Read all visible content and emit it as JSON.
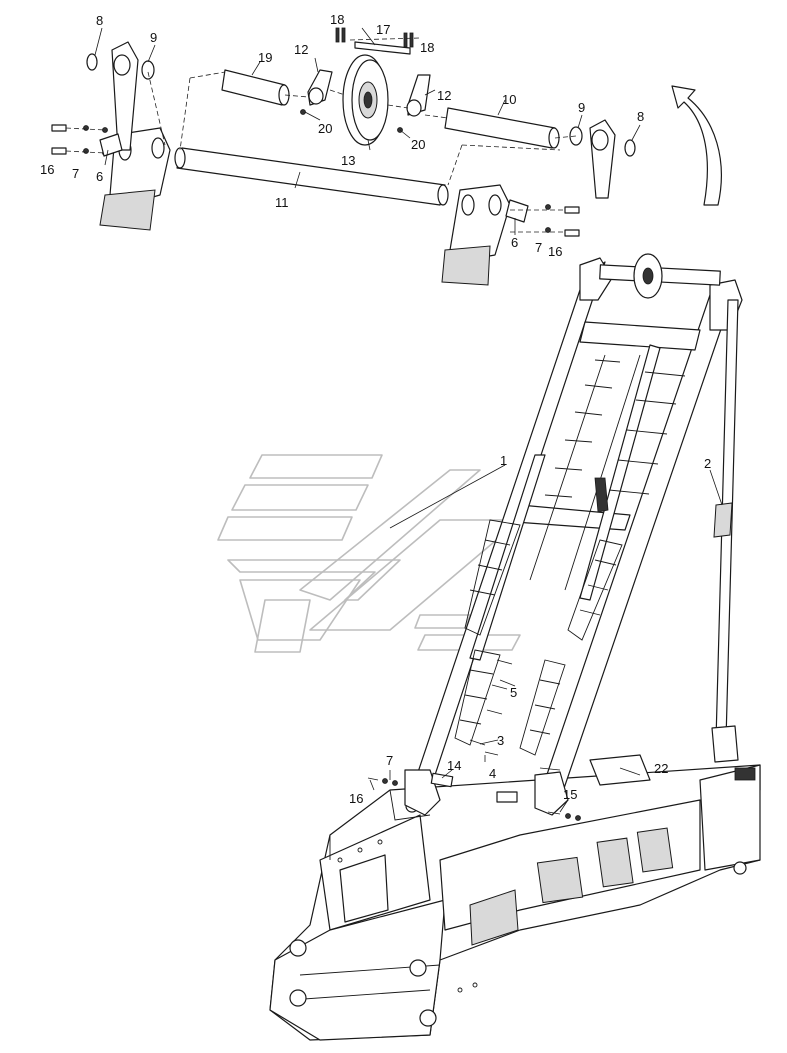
{
  "colors": {
    "line": "#1a1a1a",
    "watermark": "#bdbdbd",
    "background": "#ffffff"
  },
  "callouts": {
    "c1": "1",
    "c2": "2",
    "c3": "3",
    "c4": "4",
    "c5": "5",
    "c6a": "6",
    "c6b": "6",
    "c7a": "7",
    "c7b": "7",
    "c7c": "7",
    "c8a": "8",
    "c8b": "8",
    "c9a": "9",
    "c9b": "9",
    "c10": "10",
    "c11": "11",
    "c12a": "12",
    "c12b": "12",
    "c13": "13",
    "c14": "14",
    "c15": "15",
    "c16a": "16",
    "c16b": "16",
    "c16c": "16",
    "c17": "17",
    "c18a": "18",
    "c18b": "18",
    "c19": "19",
    "c20a": "20",
    "c20b": "20",
    "c22": "22"
  }
}
